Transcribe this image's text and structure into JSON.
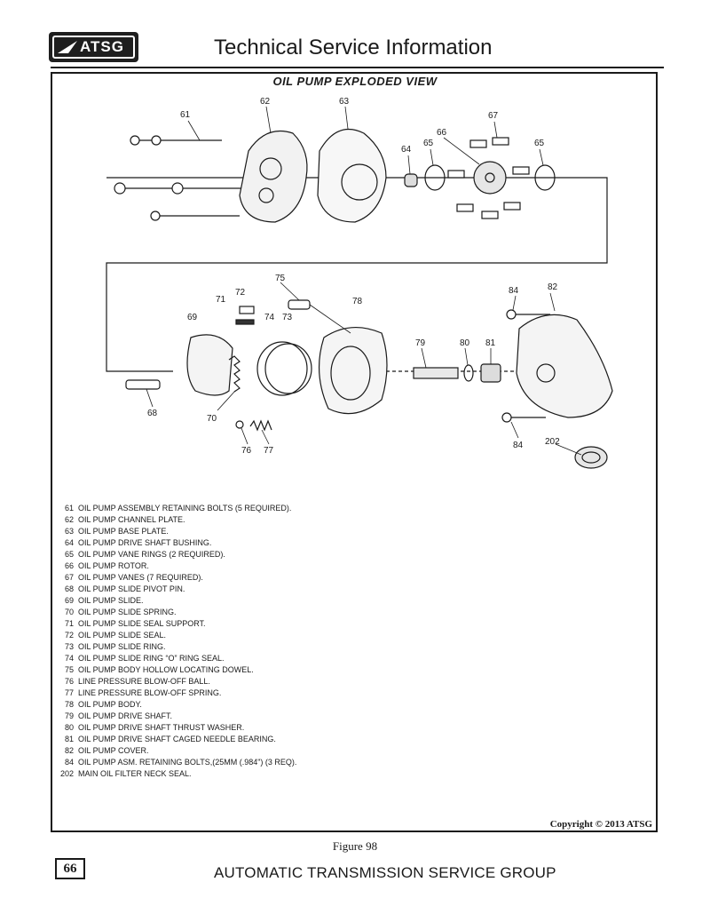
{
  "header": {
    "logo_text": "ATSG",
    "title": "Technical Service Information"
  },
  "diagram": {
    "title": "OIL PUMP EXPLODED VIEW",
    "callouts": [
      "61",
      "62",
      "63",
      "64",
      "65",
      "66",
      "67",
      "65",
      "75",
      "71",
      "72",
      "78",
      "84",
      "82",
      "69",
      "74",
      "73",
      "79",
      "80",
      "81",
      "68",
      "70",
      "76",
      "77",
      "84",
      "202"
    ]
  },
  "legend": [
    {
      "num": "61",
      "text": "OIL PUMP ASSEMBLY RETAINING BOLTS  (5 REQUIRED)."
    },
    {
      "num": "62",
      "text": "OIL PUMP CHANNEL PLATE."
    },
    {
      "num": "63",
      "text": "OIL PUMP BASE PLATE."
    },
    {
      "num": "64",
      "text": "OIL PUMP DRIVE SHAFT BUSHING."
    },
    {
      "num": "65",
      "text": "OIL PUMP VANE RINGS  (2 REQUIRED)."
    },
    {
      "num": "66",
      "text": "OIL PUMP ROTOR."
    },
    {
      "num": "67",
      "text": "OIL PUMP VANES  (7 REQUIRED)."
    },
    {
      "num": "68",
      "text": "OIL PUMP SLIDE PIVOT PIN."
    },
    {
      "num": "69",
      "text": "OIL PUMP SLIDE."
    },
    {
      "num": "70",
      "text": "OIL PUMP SLIDE SPRING."
    },
    {
      "num": "71",
      "text": "OIL PUMP SLIDE SEAL SUPPORT."
    },
    {
      "num": "72",
      "text": "OIL PUMP SLIDE SEAL."
    },
    {
      "num": "73",
      "text": "OIL PUMP SLIDE RING."
    },
    {
      "num": "74",
      "text": "OIL PUMP SLIDE RING “O” RING SEAL."
    },
    {
      "num": "75",
      "text": "OIL PUMP BODY HOLLOW LOCATING  DOWEL."
    },
    {
      "num": "76",
      "text": "LINE PRESSURE BLOW-OFF BALL."
    },
    {
      "num": "77",
      "text": "LINE PRESSURE BLOW-OFF SPRING."
    },
    {
      "num": "78",
      "text": "OIL PUMP BODY."
    },
    {
      "num": "79",
      "text": "OIL PUMP DRIVE SHAFT."
    },
    {
      "num": "80",
      "text": "OIL PUMP DRIVE SHAFT THRUST WASHER."
    },
    {
      "num": "81",
      "text": "OIL PUMP DRIVE SHAFT CAGED NEEDLE BEARING."
    },
    {
      "num": "82",
      "text": "OIL PUMP COVER."
    },
    {
      "num": "84",
      "text": "OIL PUMP ASM. RETAINING BOLTS,(25MM (.984\") (3 REQ)."
    },
    {
      "num": "202",
      "text": "MAIN OIL FILTER NECK SEAL."
    }
  ],
  "copyright": "Copyright © 2013 ATSG",
  "figure_caption": "Figure 98",
  "footer": {
    "page_number": "66",
    "title": "AUTOMATIC TRANSMISSION SERVICE GROUP"
  }
}
